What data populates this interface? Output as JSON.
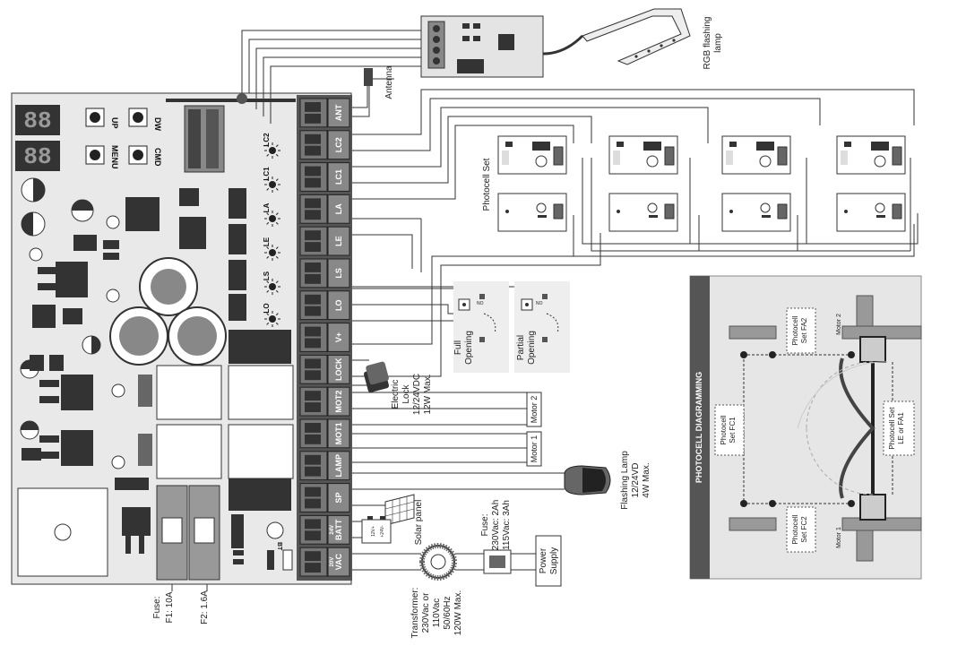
{
  "board": {
    "buttons": [
      "UP",
      "DW",
      "MENU",
      "CMD"
    ],
    "leds": [
      "LC2",
      "LC1",
      "LA",
      "LE",
      "LS",
      "LO"
    ],
    "terminals": [
      "ANT",
      "LC2",
      "LC1",
      "LA",
      "LE",
      "LS",
      "LO",
      "V+",
      "LOCK",
      "MOT2",
      "MOT1",
      "LAMP",
      "SP",
      "BATT",
      "VAC"
    ],
    "term_prefix": {
      "batt": "24V",
      "vac": "20V"
    },
    "bt_label": "BT",
    "fuses": {
      "title": "Fuse:",
      "f1": "F1: 10A",
      "f2": "F2: 1.6A"
    }
  },
  "labels": {
    "antenna": "Antenna",
    "rgb_lamp": [
      "RGB flashing",
      "lamp"
    ],
    "photocell_set": "Photocell Set",
    "full_opening": [
      "Full",
      "Opening"
    ],
    "partial_opening": [
      "Partial",
      "Opening"
    ],
    "electric_lock": [
      "Electric",
      "Lock",
      "12/24VDC",
      "12W Max."
    ],
    "motor2": "Motor 2",
    "motor1": "Motor 1",
    "flashing_lamp": [
      "Flashing Lamp",
      "12/24VD",
      "4W Max."
    ],
    "solar_panel": "Solar panel",
    "battery": [
      "12V+",
      "+24V-"
    ],
    "transformer": [
      "Transformer:",
      "230Vac or",
      "110Vac",
      "50/60Hz",
      "120W Max."
    ],
    "fuse2": [
      "Fuse:",
      "230Vac: 2Ah",
      "115Vac: 3Ah"
    ],
    "power_supply": [
      "Power",
      "Supply"
    ],
    "nc": "NO"
  },
  "photocell_diagram": {
    "title": "PHOTOCELL DIAGRAMMING",
    "fa2": [
      "Photocell",
      "Set FA2"
    ],
    "fc1": [
      "Photocell",
      "Set FC1"
    ],
    "fc2": [
      "Photocell",
      "Set FC2"
    ],
    "le_fa1": [
      "Photocell Set",
      "LE or FA1"
    ],
    "motor2": "Motor 2",
    "motor1": "Motor 1"
  }
}
